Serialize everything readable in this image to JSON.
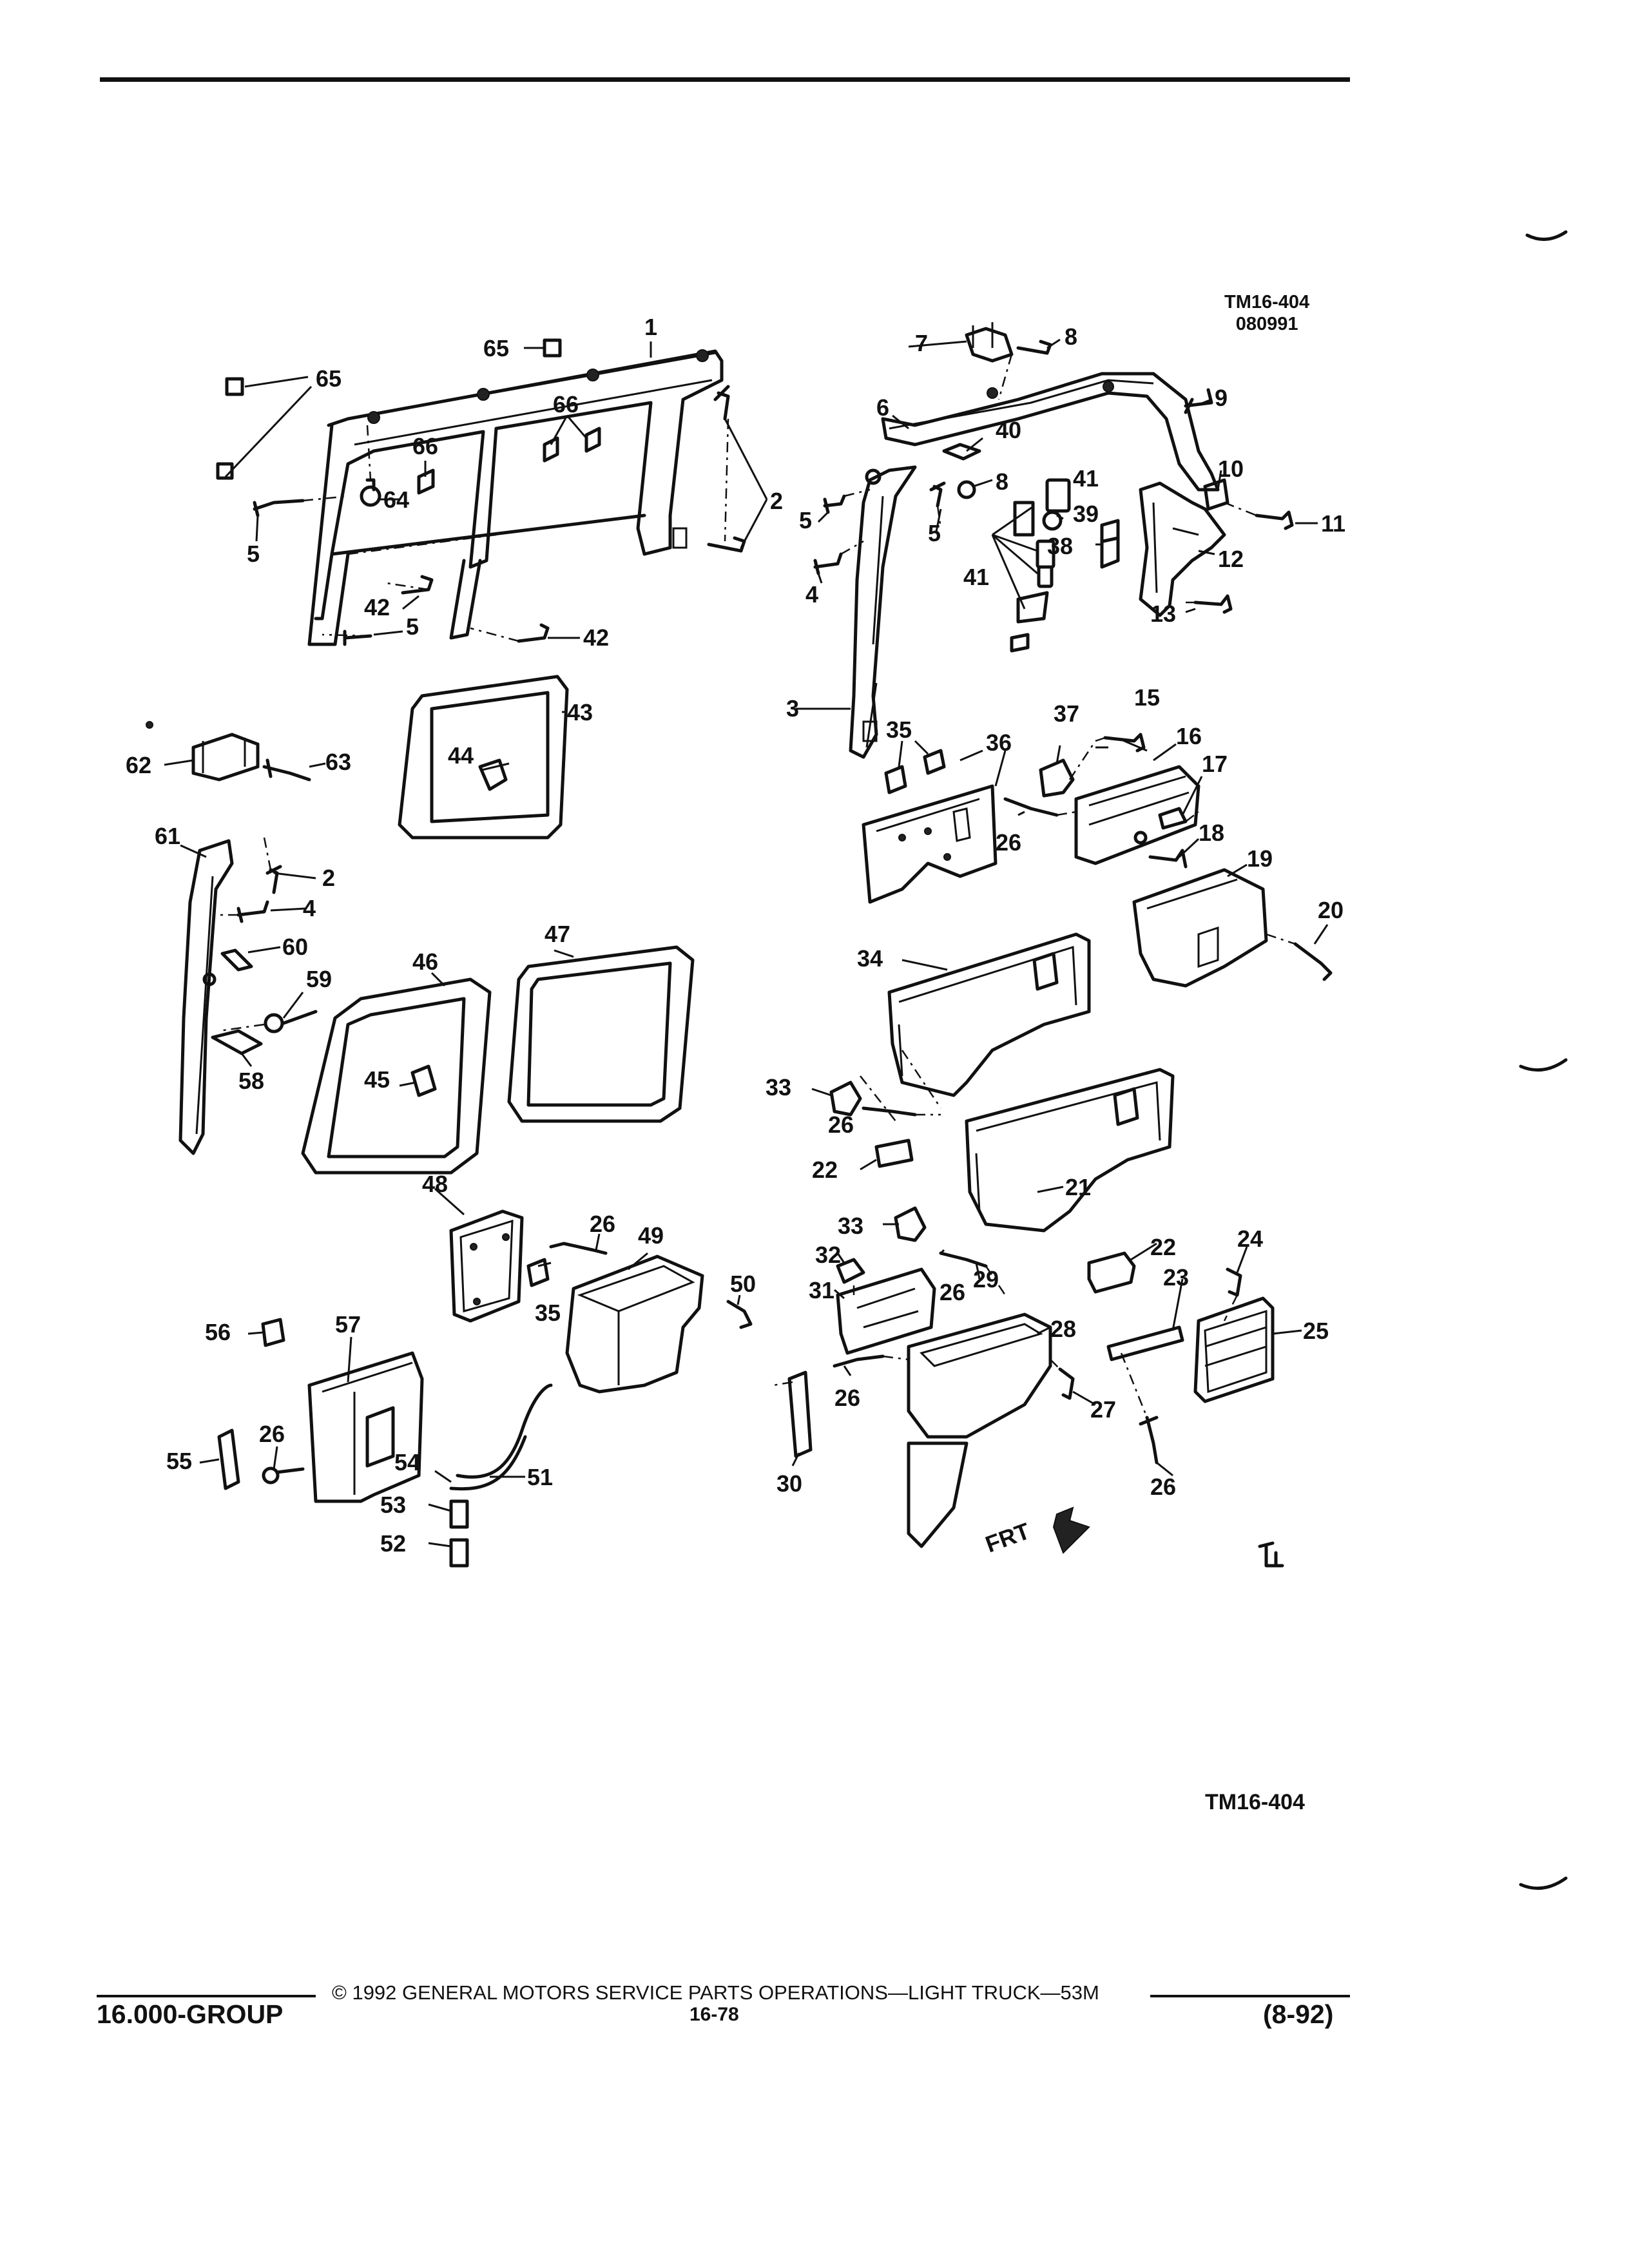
{
  "figure_code_top": "TM16-404",
  "figure_date_code": "080991",
  "figure_code_bottom": "TM16-404",
  "front_marker": "FRT",
  "footer": {
    "copyright": "© 1992 GENERAL MOTORS SERVICE PARTS OPERATIONS—LIGHT TRUCK—53M",
    "group": "16.000-GROUP",
    "page_number": "16-78",
    "revision_date": "(8-92)"
  },
  "callouts": [
    {
      "id": "c1",
      "text": "1"
    },
    {
      "id": "c2a",
      "text": "2"
    },
    {
      "id": "c2b",
      "text": "2"
    },
    {
      "id": "c3",
      "text": "3"
    },
    {
      "id": "c4a",
      "text": "4"
    },
    {
      "id": "c4b",
      "text": "4"
    },
    {
      "id": "c5a",
      "text": "5"
    },
    {
      "id": "c5b",
      "text": "5"
    },
    {
      "id": "c5c",
      "text": "5"
    },
    {
      "id": "c5d",
      "text": "5"
    },
    {
      "id": "c6",
      "text": "6"
    },
    {
      "id": "c7",
      "text": "7"
    },
    {
      "id": "c8a",
      "text": "8"
    },
    {
      "id": "c8b",
      "text": "8"
    },
    {
      "id": "c9",
      "text": "9"
    },
    {
      "id": "c10",
      "text": "10"
    },
    {
      "id": "c11",
      "text": "11"
    },
    {
      "id": "c12",
      "text": "12"
    },
    {
      "id": "c13",
      "text": "13"
    },
    {
      "id": "c15",
      "text": "15"
    },
    {
      "id": "c16",
      "text": "16"
    },
    {
      "id": "c17",
      "text": "17"
    },
    {
      "id": "c18",
      "text": "18"
    },
    {
      "id": "c19",
      "text": "19"
    },
    {
      "id": "c20",
      "text": "20"
    },
    {
      "id": "c21",
      "text": "21"
    },
    {
      "id": "c22a",
      "text": "22"
    },
    {
      "id": "c22b",
      "text": "22"
    },
    {
      "id": "c23",
      "text": "23"
    },
    {
      "id": "c24",
      "text": "24"
    },
    {
      "id": "c25",
      "text": "25"
    },
    {
      "id": "c26a",
      "text": "26"
    },
    {
      "id": "c26b",
      "text": "26"
    },
    {
      "id": "c26c",
      "text": "26"
    },
    {
      "id": "c26d",
      "text": "26"
    },
    {
      "id": "c26e",
      "text": "26"
    },
    {
      "id": "c26f",
      "text": "26"
    },
    {
      "id": "c26g",
      "text": "26"
    },
    {
      "id": "c27",
      "text": "27"
    },
    {
      "id": "c28",
      "text": "28"
    },
    {
      "id": "c29",
      "text": "29"
    },
    {
      "id": "c30",
      "text": "30"
    },
    {
      "id": "c31",
      "text": "31"
    },
    {
      "id": "c32",
      "text": "32"
    },
    {
      "id": "c33a",
      "text": "33"
    },
    {
      "id": "c33b",
      "text": "33"
    },
    {
      "id": "c34",
      "text": "34"
    },
    {
      "id": "c35a",
      "text": "35"
    },
    {
      "id": "c35b",
      "text": "35"
    },
    {
      "id": "c36",
      "text": "36"
    },
    {
      "id": "c37",
      "text": "37"
    },
    {
      "id": "c38",
      "text": "38"
    },
    {
      "id": "c39",
      "text": "39"
    },
    {
      "id": "c40",
      "text": "40"
    },
    {
      "id": "c41a",
      "text": "41"
    },
    {
      "id": "c41b",
      "text": "41"
    },
    {
      "id": "c42a",
      "text": "42"
    },
    {
      "id": "c42b",
      "text": "42"
    },
    {
      "id": "c43",
      "text": "43"
    },
    {
      "id": "c44",
      "text": "44"
    },
    {
      "id": "c45",
      "text": "45"
    },
    {
      "id": "c46",
      "text": "46"
    },
    {
      "id": "c47",
      "text": "47"
    },
    {
      "id": "c48",
      "text": "48"
    },
    {
      "id": "c49",
      "text": "49"
    },
    {
      "id": "c50",
      "text": "50"
    },
    {
      "id": "c51",
      "text": "51"
    },
    {
      "id": "c52",
      "text": "52"
    },
    {
      "id": "c53",
      "text": "53"
    },
    {
      "id": "c54",
      "text": "54"
    },
    {
      "id": "c55",
      "text": "55"
    },
    {
      "id": "c56",
      "text": "56"
    },
    {
      "id": "c57",
      "text": "57"
    },
    {
      "id": "c58",
      "text": "58"
    },
    {
      "id": "c59",
      "text": "59"
    },
    {
      "id": "c60",
      "text": "60"
    },
    {
      "id": "c61",
      "text": "61"
    },
    {
      "id": "c62",
      "text": "62"
    },
    {
      "id": "c63",
      "text": "63"
    },
    {
      "id": "c64",
      "text": "64"
    },
    {
      "id": "c65a",
      "text": "65"
    },
    {
      "id": "c65b",
      "text": "65"
    },
    {
      "id": "c66a",
      "text": "66"
    },
    {
      "id": "c66b",
      "text": "66"
    }
  ]
}
